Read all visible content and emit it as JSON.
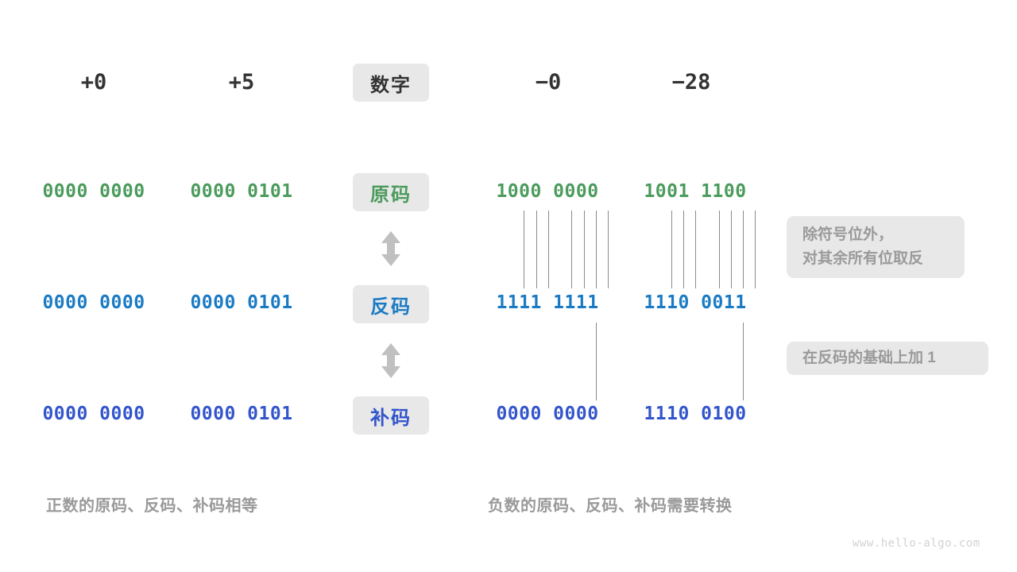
{
  "watermark": "www.hello-algo.com",
  "columns": {
    "header_chip": "数字",
    "positive": [
      {
        "name": "plus-zero",
        "label": "+0"
      },
      {
        "name": "plus-five",
        "label": "+5"
      }
    ],
    "negative": [
      {
        "name": "minus-zero",
        "label": "−0"
      },
      {
        "name": "minus-twenty-eight",
        "label": "−28"
      }
    ]
  },
  "rows": [
    {
      "key": "sign-magnitude",
      "chip": "原码",
      "color": "#4a9b5c",
      "cells": {
        "plus_zero": "0000 0000",
        "plus_five": "0000 0101",
        "minus_zero": "1000 0000",
        "minus_twenty_eight": "1001 1100"
      }
    },
    {
      "key": "ones-complement",
      "chip": "反码",
      "color": "#1a7bc4",
      "cells": {
        "plus_zero": "0000 0000",
        "plus_five": "0000 0101",
        "minus_zero": "1111 1111",
        "minus_twenty_eight": "1110 0011"
      }
    },
    {
      "key": "twos-complement",
      "chip": "补码",
      "color": "#3355cc",
      "cells": {
        "plus_zero": "0000 0000",
        "plus_five": "0000 0101",
        "minus_zero": "0000 0000",
        "minus_twenty_eight": "1110 0100"
      }
    }
  ],
  "notes": {
    "invert": {
      "line1": "除符号位外，",
      "line2": "对其余所有位取反"
    },
    "add_one": "在反码的基础上加 1"
  },
  "captions": {
    "left": "正数的原码、反码、补码相等",
    "right": "负数的原码、反码、补码需要转换"
  },
  "colors": {
    "green": "#4a9b5c",
    "blue": "#1a7bc4",
    "indigo": "#3355cc",
    "chip_bg": "#e8e8e8",
    "muted": "#9a9a9a",
    "line": "#8a8a8a",
    "arrow": "#c0c0c0"
  }
}
